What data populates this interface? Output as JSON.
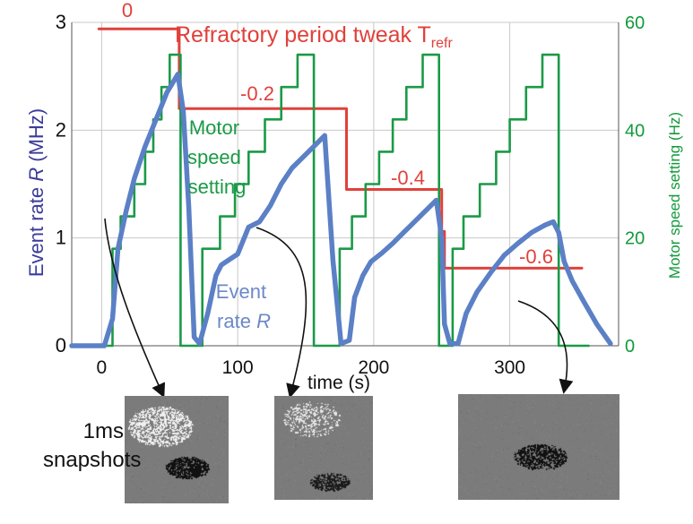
{
  "chart_data": {
    "type": "line",
    "xlabel": "time (s)",
    "x_ticks": [
      "0",
      "100",
      "200",
      "300"
    ],
    "xlim": [
      -22,
      380
    ],
    "y_left": {
      "label_prefix": "Event rate ",
      "label_var": "R",
      "label_suffix": " (MHz)",
      "ticks": [
        "0",
        "1",
        "2",
        "3"
      ],
      "lim": [
        0,
        3
      ],
      "color": "#3b3b9a"
    },
    "y_right": {
      "label": "Motor speed setting (Hz)",
      "ticks": [
        "0",
        "20",
        "40",
        "60"
      ],
      "lim": [
        0,
        60
      ],
      "color": "#129a3a"
    },
    "grid": true,
    "series": [
      {
        "name": "Refractory period tweak T_refr",
        "axis": "left",
        "color": "#e0413a",
        "x": [
          -2,
          57,
          57,
          180,
          180,
          250,
          250,
          252,
          252,
          353
        ],
        "y": [
          2.94,
          2.94,
          2.2,
          2.2,
          1.45,
          1.45,
          1.06,
          1.06,
          0.72,
          0.72
        ]
      },
      {
        "name": "Motor speed setting",
        "axis": "right",
        "color": "#1a9a46",
        "x": [
          -5,
          8,
          8,
          14,
          14,
          24,
          24,
          32,
          32,
          38,
          38,
          44,
          44,
          50,
          50,
          58,
          58,
          64,
          64,
          74,
          74,
          87,
          87,
          98,
          98,
          108,
          108,
          120,
          120,
          132,
          132,
          144,
          144,
          156,
          156,
          168,
          168,
          175,
          175,
          184,
          184,
          194,
          194,
          204,
          204,
          214,
          214,
          224,
          224,
          236,
          236,
          248,
          248,
          258,
          258,
          266,
          266,
          278,
          278,
          290,
          290,
          300,
          300,
          312,
          312,
          324,
          324,
          336,
          336,
          358
        ],
        "y": [
          0,
          0,
          18,
          18,
          24,
          24,
          30,
          30,
          36,
          36,
          42,
          42,
          48,
          48,
          54,
          54,
          0,
          0,
          0,
          0,
          18,
          18,
          24,
          24,
          30,
          30,
          36,
          36,
          42,
          42,
          48,
          48,
          54,
          54,
          0,
          0,
          0,
          0,
          18,
          18,
          24,
          24,
          30,
          30,
          36,
          36,
          42,
          42,
          48,
          48,
          54,
          54,
          0,
          0,
          18,
          18,
          24,
          24,
          30,
          30,
          36,
          36,
          42,
          42,
          48,
          48,
          54,
          54,
          0,
          0
        ]
      },
      {
        "name": "Event rate R",
        "axis": "left",
        "color": "#5b80c6",
        "x": [
          -22,
          2,
          8,
          12,
          18,
          24,
          32,
          40,
          48,
          56,
          60,
          64,
          68,
          72,
          78,
          84,
          88,
          94,
          100,
          108,
          116,
          124,
          132,
          140,
          148,
          156,
          164,
          170,
          176,
          182,
          186,
          192,
          198,
          206,
          214,
          222,
          230,
          238,
          246,
          250,
          252,
          256,
          262,
          268,
          276,
          286,
          296,
          306,
          316,
          326,
          332,
          336,
          340,
          346,
          354,
          364,
          374
        ],
        "y": [
          0,
          0,
          0.25,
          0.9,
          1.25,
          1.55,
          1.85,
          2.1,
          2.35,
          2.52,
          2.18,
          1.3,
          0.08,
          0.02,
          0.3,
          0.65,
          0.75,
          0.8,
          0.85,
          1.1,
          1.15,
          1.3,
          1.5,
          1.65,
          1.75,
          1.85,
          1.95,
          0.8,
          0.02,
          0.05,
          0.45,
          0.65,
          0.78,
          0.86,
          0.95,
          1.05,
          1.15,
          1.25,
          1.35,
          1.0,
          0.2,
          0.02,
          0.02,
          0.3,
          0.5,
          0.68,
          0.84,
          0.95,
          1.05,
          1.12,
          1.15,
          1.05,
          0.78,
          0.6,
          0.42,
          0.2,
          0.02
        ]
      }
    ],
    "annotations": [
      {
        "text": "0",
        "color": "#e0413a"
      },
      {
        "text": "Refractory period tweak T",
        "sub": "refr",
        "color": "#e0413a"
      },
      {
        "text": "-0.2",
        "color": "#e0413a"
      },
      {
        "text": "-0.4",
        "color": "#e0413a"
      },
      {
        "text": "-0.6",
        "color": "#e0413a"
      },
      {
        "lines": [
          "Motor",
          "speed",
          "setting"
        ],
        "color": "#1a9a46"
      },
      {
        "lines": [
          "Event",
          "rate "
        ],
        "var": "R",
        "color": "#6b88c8"
      }
    ]
  },
  "snapshots": {
    "caption_lines": [
      "1ms",
      "snapshots"
    ]
  }
}
